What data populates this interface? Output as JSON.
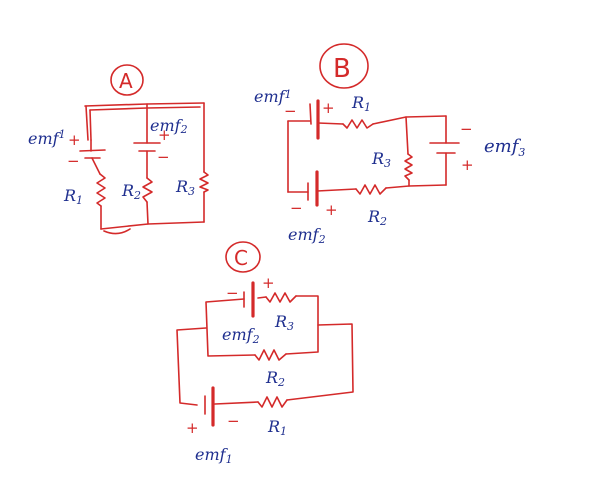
{
  "circuits": {
    "a": {
      "badge": "A",
      "emf1": {
        "base": "emf",
        "sub": "1",
        "plus": "+",
        "minus": "−"
      },
      "emf2": {
        "base": "emf",
        "sub": "2",
        "plus": "+",
        "minus": "−"
      },
      "r1": {
        "base": "R",
        "sub": "1"
      },
      "r2": {
        "base": "R",
        "sub": "2"
      },
      "r3": {
        "base": "R",
        "sub": "3"
      }
    },
    "b": {
      "badge": "B",
      "emf1": {
        "base": "emf",
        "sub": "1",
        "plus": "+",
        "minus": "−"
      },
      "emf2": {
        "base": "emf",
        "sub": "2",
        "plus": "+",
        "minus": "−"
      },
      "emf3": {
        "base": "emf",
        "sub": "3",
        "plus": "+",
        "minus": "−"
      },
      "r1": {
        "base": "R",
        "sub": "1"
      },
      "r2": {
        "base": "R",
        "sub": "2"
      },
      "r3": {
        "base": "R",
        "sub": "3"
      }
    },
    "c": {
      "badge": "C",
      "emf1": {
        "base": "emf",
        "sub": "1",
        "plus": "+",
        "minus": "−"
      },
      "emf2": {
        "base": "emf",
        "sub": "2",
        "plus": "+",
        "minus": "−"
      },
      "r1": {
        "base": "R",
        "sub": "1"
      },
      "r2": {
        "base": "R",
        "sub": "2"
      },
      "r3": {
        "base": "R",
        "sub": "3"
      }
    }
  },
  "colors": {
    "wire": "#d42a2a",
    "label": "#1f2f8f",
    "background": "#ffffff"
  }
}
